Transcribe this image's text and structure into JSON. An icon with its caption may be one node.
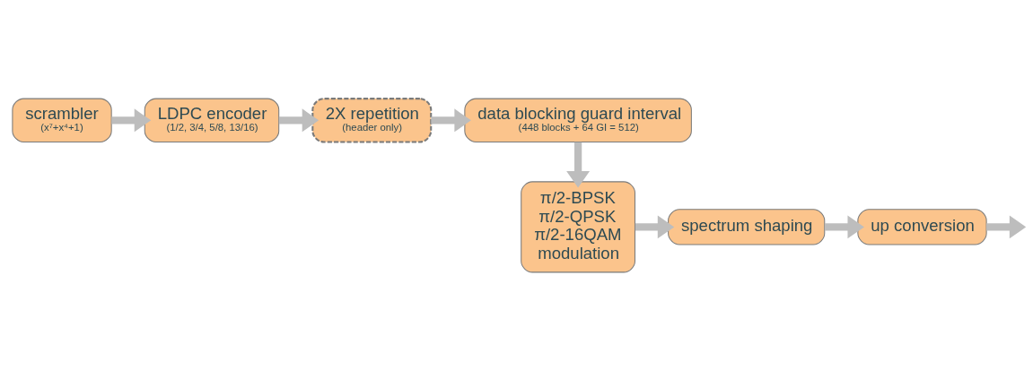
{
  "diagram": {
    "nodes": [
      {
        "text": [
          "scrambler",
          "(x⁷+x⁴+1)"
        ]
      },
      {
        "text": [
          "LDPC encoder",
          "(1/2, 3/4, 5/8, 13/16)"
        ]
      },
      {
        "text": [
          "2X repetition",
          "(header only)"
        ]
      },
      {
        "text": [
          "data blocking guard interval",
          "(448 blocks + 64 GI = 512)"
        ]
      },
      {
        "text": [
          "π/2-BPSK",
          "π/2-QPSK",
          "π/2-16QAM",
          "modulation"
        ]
      },
      {
        "text": [
          "spectrum shaping"
        ]
      },
      {
        "text": [
          "up conversion"
        ]
      }
    ],
    "edges": [
      {
        "from": 0,
        "to": 1,
        "arrow": "to"
      },
      {
        "from": 1,
        "to": 2,
        "arrow": "to"
      },
      {
        "from": 2,
        "to": 3,
        "arrow": "to"
      },
      {
        "from": 3,
        "to": 4,
        "arrow": "to"
      },
      {
        "from": 4,
        "to": 5,
        "arrow": "to"
      },
      {
        "from": 5,
        "to": 6,
        "arrow": "to"
      },
      {
        "from": 6,
        "to": null,
        "arrow": "to"
      }
    ]
  }
}
